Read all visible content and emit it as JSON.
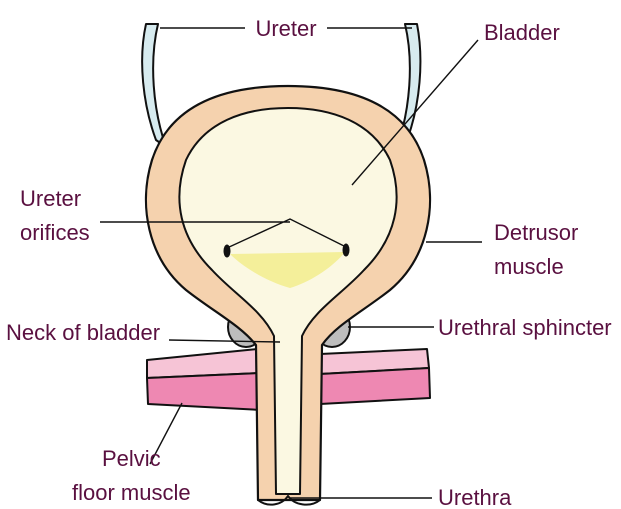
{
  "labels": {
    "ureter": "Ureter",
    "bladder": "Bladder",
    "ureter_orifices_line1": "Ureter",
    "ureter_orifices_line2": "orifices",
    "detrusor_line1": "Detrusor",
    "detrusor_line2": "muscle",
    "neck_of_bladder": "Neck of bladder",
    "urethral_sphincter": "Urethral sphincter",
    "pelvic_line1": "Pelvic",
    "pelvic_line2": "floor muscle",
    "urethra": "Urethra"
  },
  "colors": {
    "label_text": "#5a1040",
    "outline": "#111111",
    "detrusor_wall": "#f5d2ae",
    "bladder_lumen": "#fbf8e2",
    "trigone": "#f4ef9a",
    "ureter": "#d7ebef",
    "sphincter": "#bdbdbd",
    "pelvic_floor_top": "#f6c4d6",
    "pelvic_floor_front": "#ee88b2"
  }
}
